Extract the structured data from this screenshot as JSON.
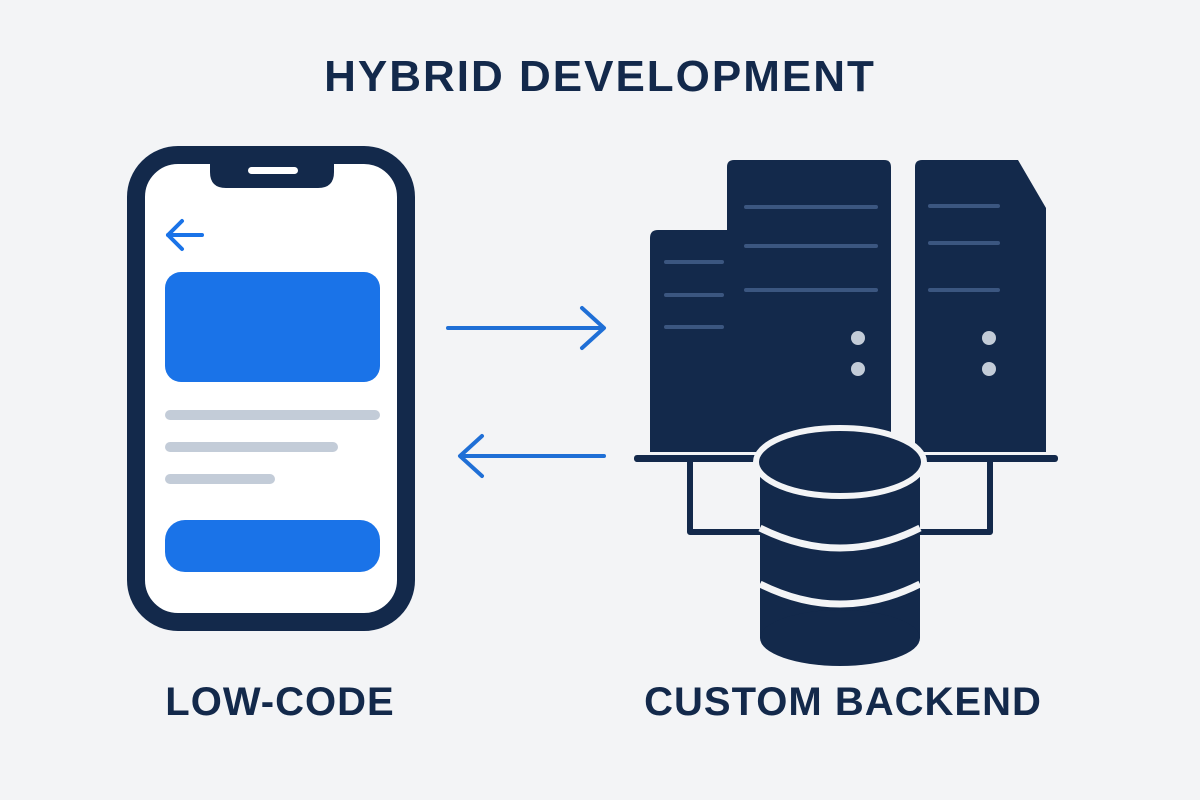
{
  "title": "HYBRID DEVELOPMENT",
  "left_label": "LOW-CODE",
  "right_label": "CUSTOM BACKEND",
  "colors": {
    "background": "#f3f4f6",
    "navy": "#13294b",
    "blue": "#1a73e8",
    "arrow_blue": "#1f6fd6",
    "skeleton_gray": "#c3ccd8",
    "light_slot": "#3b5680",
    "screen_bg": "#ffffff"
  },
  "icons": {
    "phone": "smartphone-icon",
    "back_arrow": "arrow-left-icon",
    "servers": "server-rack-icon",
    "database": "database-icon",
    "arrow_right": "arrow-right-icon",
    "arrow_left": "arrow-left-icon"
  }
}
